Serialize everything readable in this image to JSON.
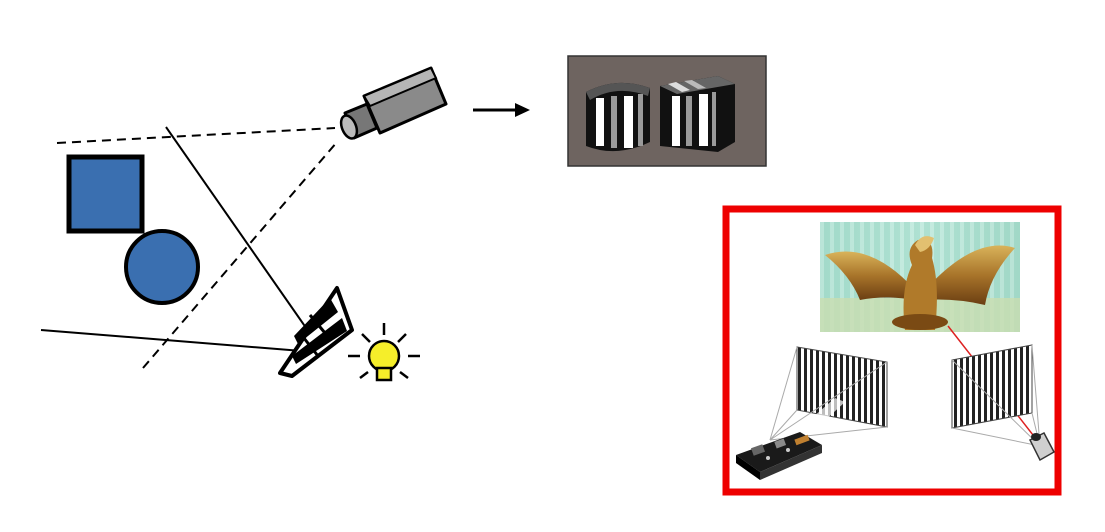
{
  "colors": {
    "background": "#ffffff",
    "square": "#3a6fb0",
    "circle": "#3a6fb0",
    "shape_outline": "#000000",
    "bulb": "#f5ee2a",
    "camera_body": "#8a8a8a",
    "captured_image_bg": "#6e6460",
    "highlight_frame": "#ee0000",
    "laser_ray": "#dd2222"
  },
  "icons": {
    "camera": "camera-icon",
    "projector": "projector-icon",
    "light_bulb": "light-bulb-icon",
    "arrow": "arrow-right-icon",
    "board": "circuit-board-icon",
    "small_camera": "small-camera-icon"
  },
  "diagram": {
    "objects": [
      "square",
      "circle"
    ],
    "captured_pattern": "vertical-stripe-projection-on-two-objects",
    "photo_subject": "metallic-dragon-sculpture-with-stripe-pattern",
    "panels": [
      "left-stripe-panel",
      "right-stripe-panel"
    ]
  }
}
